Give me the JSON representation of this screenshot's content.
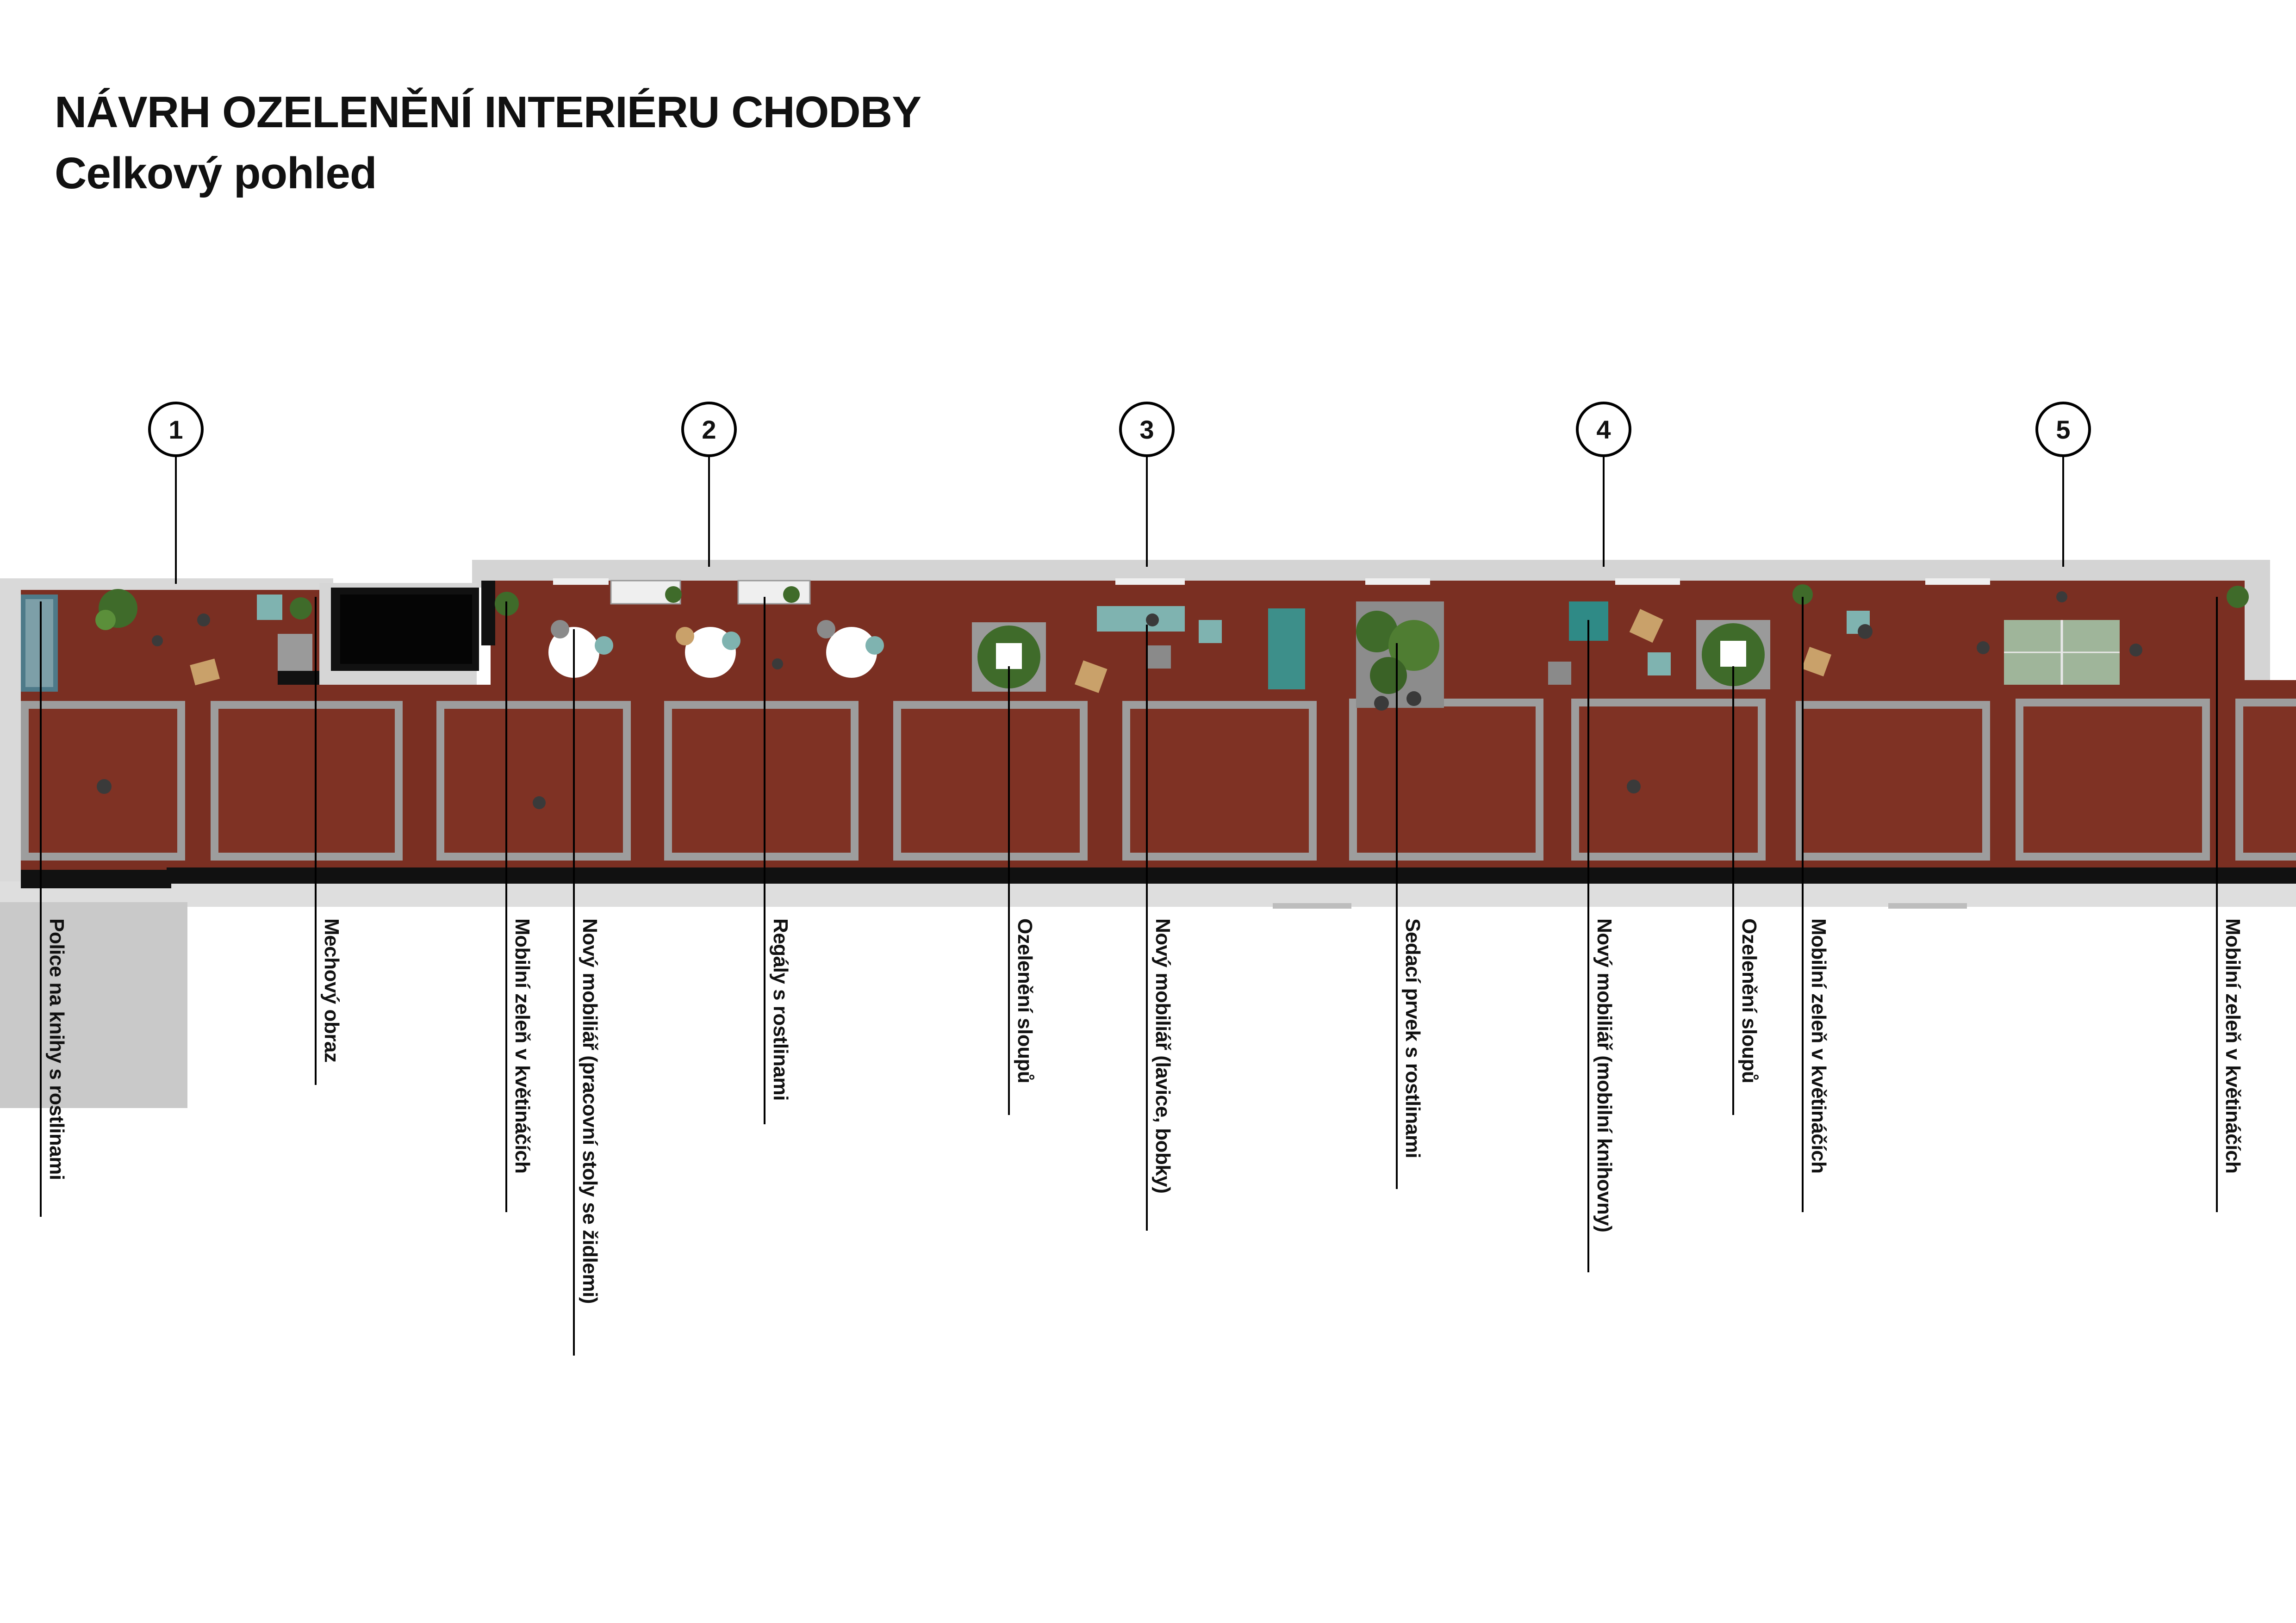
{
  "header": {
    "title": "NÁVRH OZELENĚNÍ INTERIÉRU CHODBY",
    "subtitle": "Celkový pohled"
  },
  "markers": [
    "1",
    "2",
    "3",
    "4",
    "5"
  ],
  "labels": [
    "Police na knihy s rostlinami",
    "Mechový obraz",
    "Mobilní zeleň v květináčích",
    "Nový mobiliář (pracovní stoly se židlemi)",
    "Regály s rostlinami",
    "Ozelenění sloupů",
    "Nový mobiliář (lavice, bobky)",
    "Sedací prvek s rostlinami",
    "Nový mobiliář (mobilní knihovny)",
    "Ozelenění sloupů",
    "Mobilní zeleň v květináčích",
    "Mobilní zeleň v květináčích"
  ],
  "colors": {
    "floor": "#7a2f22",
    "floor_inset": "#843426",
    "border": "#9d9d9d",
    "wall": "#c6c6c6",
    "outer_wall": "#d9d9d9",
    "plant": "#3f6b2a",
    "seat_teal": "#7fb3b0",
    "seat_tan": "#c9a16a"
  }
}
